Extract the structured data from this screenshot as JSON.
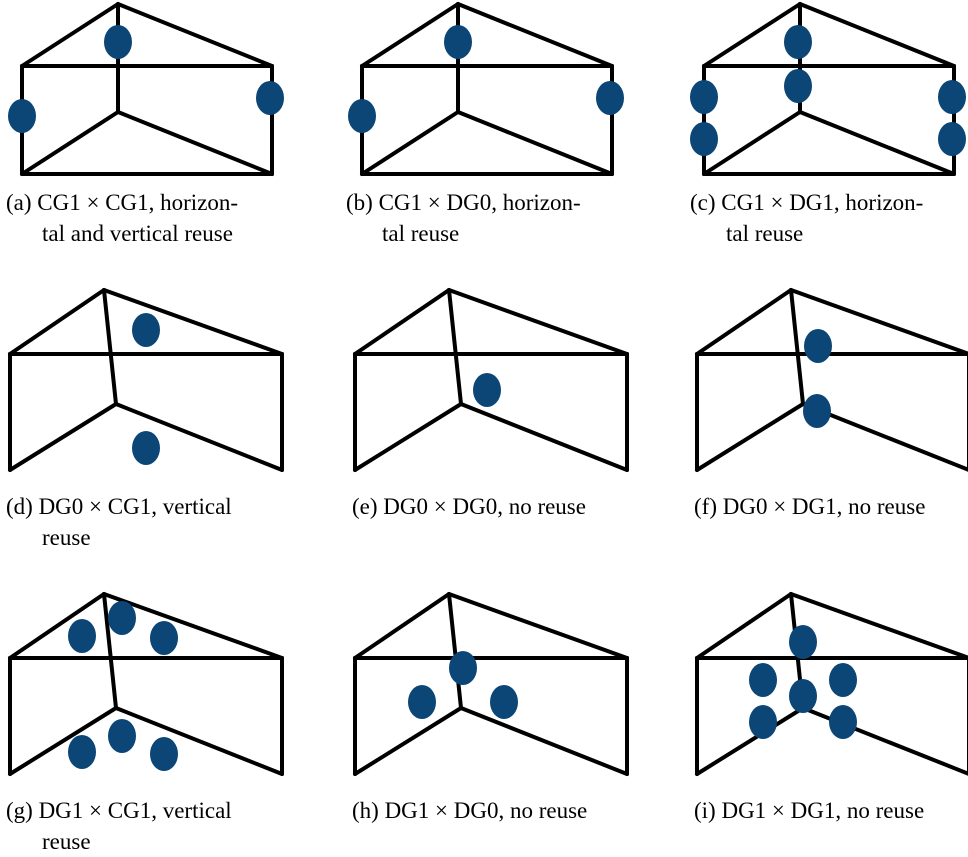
{
  "figure": {
    "colors": {
      "frame": "#000000",
      "node": "#0b4677",
      "background": "#ffffff"
    },
    "panels": [
      {
        "id": "a",
        "label_line1": "(a) CG1 × CG1,  horizon-",
        "label_line2": "tal and vertical reuse",
        "nodes": 3
      },
      {
        "id": "b",
        "label_line1": "(b) CG1 × DG0,  horizon-",
        "label_line2": "tal reuse",
        "nodes": 3
      },
      {
        "id": "c",
        "label_line1": "(c) CG1 × DG1,  horizon-",
        "label_line2": "tal reuse",
        "nodes": 6
      },
      {
        "id": "d",
        "label_line1": "(d) DG0 × CG1,   vertical",
        "label_line2": "reuse",
        "nodes": 2
      },
      {
        "id": "e",
        "label_line1": "(e) DG0 × DG0,  no reuse",
        "label_line2": "",
        "nodes": 1
      },
      {
        "id": "f",
        "label_line1": "(f) DG0 × DG1,  no reuse",
        "label_line2": "",
        "nodes": 2
      },
      {
        "id": "g",
        "label_line1": "(g) DG1 × CG1,   vertical",
        "label_line2": "reuse",
        "nodes": 6
      },
      {
        "id": "h",
        "label_line1": "(h) DG1 × DG0,  no reuse",
        "label_line2": "",
        "nodes": 3
      },
      {
        "id": "i",
        "label_line1": "(i) DG1 × DG1,  no reuse",
        "label_line2": "",
        "nodes": 6
      }
    ]
  }
}
